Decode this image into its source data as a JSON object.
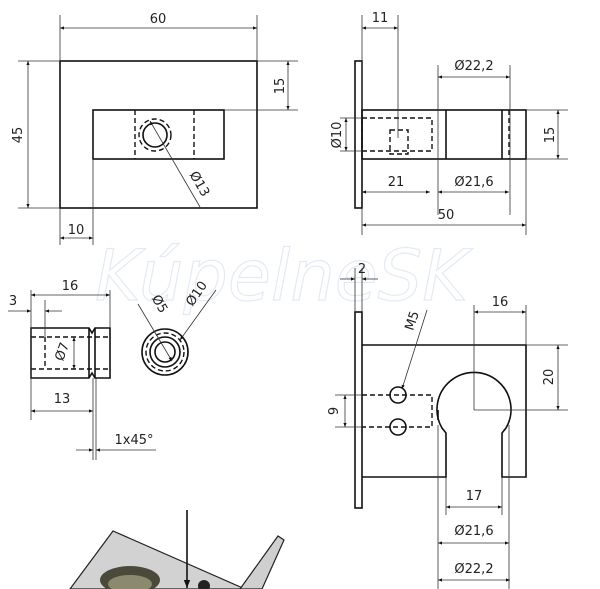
{
  "watermark": "KúpelneSK",
  "front_view": {
    "width": "60",
    "height": "45",
    "top_offset": "15",
    "left_offset": "10",
    "hole_dia": "Ø13"
  },
  "side_view": {
    "screw_pos": "11",
    "outer_dia": "Ø22,2",
    "height": "15",
    "bore_dia": "Ø10",
    "bore_depth": "21",
    "inner_dia": "Ø21,6",
    "length": "50"
  },
  "pin_view": {
    "length": "16",
    "offset": "3",
    "inner_dia": "Ø7",
    "shoulder": "13",
    "chamfer": "1x45°",
    "dia_small": "Ø5",
    "dia_large": "Ø10"
  },
  "bracket_view": {
    "plate": "2",
    "thread": "M5",
    "offset": "16",
    "height": "20",
    "hole_spacing": "9",
    "slot_width": "17",
    "inner_dia": "Ø21,6",
    "outer_dia": "Ø22,2"
  },
  "colors": {
    "line": "#111111",
    "watermark": "#e4eaf3",
    "photo_metal": "#c9c9c9"
  }
}
